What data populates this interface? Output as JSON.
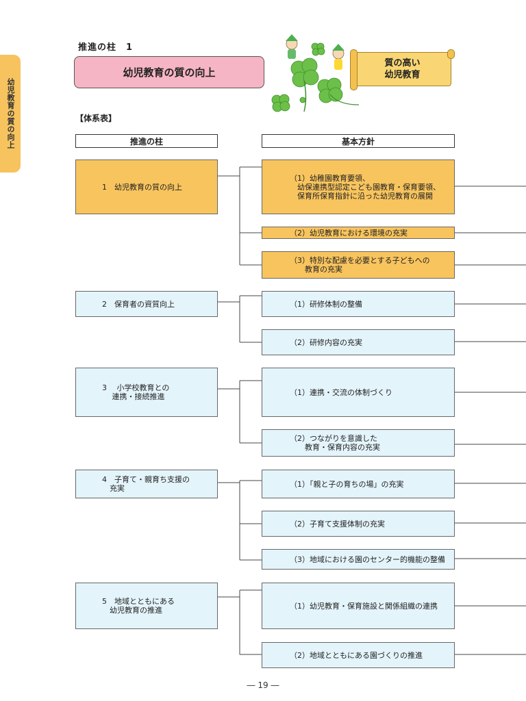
{
  "side_tab": {
    "label": "幼児教育の質の向上"
  },
  "header": {
    "pillar_label": "推進の柱　1",
    "title": "幼児教育の質の向上",
    "scroll_line1": "質の高い",
    "scroll_line2": "幼児教育"
  },
  "system_label": "【体系表】",
  "columns": {
    "pillar": "推進の柱",
    "policy": "基本方針"
  },
  "pillars": [
    {
      "label": "1　幼児教育の質の向上",
      "policies": [
        "（1）幼稚園教育要領、\n　幼保連携型認定こども園教育・保育要領、\n　保育所保育指針に沿った幼児教育の展開",
        "（2）幼児教育における環境の充実",
        "（3）特別な配慮を必要とする子どもへの\n　　教育の充実"
      ]
    },
    {
      "label": "2　保育者の資質向上",
      "policies": [
        "（1）研修体制の整備",
        "（2）研修内容の充実"
      ]
    },
    {
      "label": "3　 小学校教育との\n　 連携・接続推進",
      "policies": [
        "（1）連携・交流の体制づくり",
        "（2）つながりを意識した\n　　教育・保育内容の充実"
      ]
    },
    {
      "label": "4　子育て・親育ち支援の\n　充実",
      "policies": [
        "（1）「親と子の育ちの場」の充実",
        "（2）子育て支援体制の充実",
        "（3）地域における園のセンター的機能の整備"
      ]
    },
    {
      "label": "5　地域とともにある\n　幼児教育の推進",
      "policies": [
        "（1）幼児教育・保育施設と関係組織の連携",
        "（2）地域とともにある園づくりの推進"
      ]
    }
  ],
  "page_number": "― 19 ―",
  "colors": {
    "side_tab": "#f7c35f",
    "title_box": "#f6b5c4",
    "orange_box": "#f8c45e",
    "blue_box": "#e4f4fb"
  }
}
